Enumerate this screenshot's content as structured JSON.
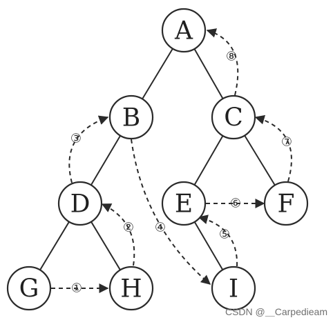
{
  "diagram": {
    "nodes": [
      {
        "id": "A",
        "label": "A"
      },
      {
        "id": "B",
        "label": "B"
      },
      {
        "id": "C",
        "label": "C"
      },
      {
        "id": "D",
        "label": "D"
      },
      {
        "id": "E",
        "label": "E"
      },
      {
        "id": "F",
        "label": "F"
      },
      {
        "id": "G",
        "label": "G"
      },
      {
        "id": "H",
        "label": "H"
      },
      {
        "id": "I",
        "label": "I"
      }
    ],
    "tree_edges": [
      {
        "from": "A",
        "to": "B"
      },
      {
        "from": "A",
        "to": "C"
      },
      {
        "from": "B",
        "to": "D"
      },
      {
        "from": "D",
        "to": "G"
      },
      {
        "from": "D",
        "to": "H"
      },
      {
        "from": "C",
        "to": "E"
      },
      {
        "from": "C",
        "to": "F"
      },
      {
        "from": "E",
        "to": "I"
      }
    ],
    "thread_edges": [
      {
        "from": "G",
        "to": "H",
        "label": "①"
      },
      {
        "from": "H",
        "to": "D",
        "label": "②"
      },
      {
        "from": "D",
        "to": "B",
        "label": "③"
      },
      {
        "from": "B",
        "to": "I",
        "label": "④"
      },
      {
        "from": "I",
        "to": "E",
        "label": "⑤"
      },
      {
        "from": "E",
        "to": "F",
        "label": "⑥"
      },
      {
        "from": "F",
        "to": "C",
        "label": "⑦"
      },
      {
        "from": "C",
        "to": "A",
        "label": "⑧"
      }
    ]
  },
  "watermark": "CSDN @＿Carpedieam"
}
